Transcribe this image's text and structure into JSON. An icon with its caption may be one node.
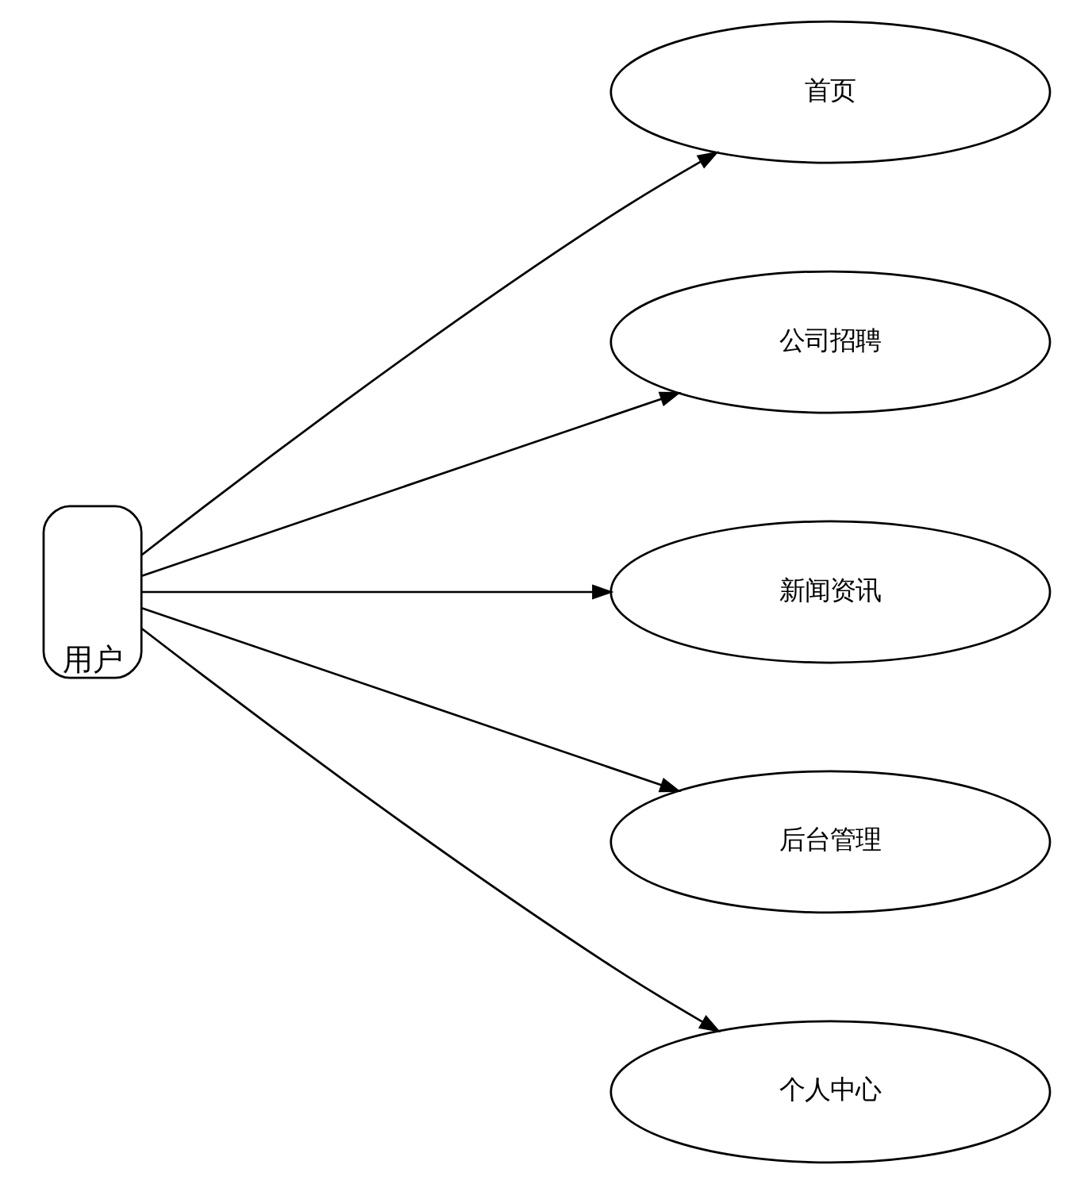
{
  "diagram": {
    "nodes": [
      {
        "text": [
          "用户"
        ]
      },
      {
        "text": [
          "首页"
        ]
      },
      {
        "text": [
          "公司招聘"
        ]
      },
      {
        "text": [
          "新闻资讯"
        ]
      },
      {
        "text": [
          "后台管理"
        ]
      },
      {
        "text": [
          "个人中心"
        ]
      }
    ],
    "edges": [
      {
        "from": 0,
        "to": 1,
        "arrow": "to"
      },
      {
        "from": 0,
        "to": 2,
        "arrow": "to"
      },
      {
        "from": 0,
        "to": 3,
        "arrow": "to"
      },
      {
        "from": 0,
        "to": 4,
        "arrow": "to"
      },
      {
        "from": 0,
        "to": 5,
        "arrow": "to"
      }
    ]
  }
}
